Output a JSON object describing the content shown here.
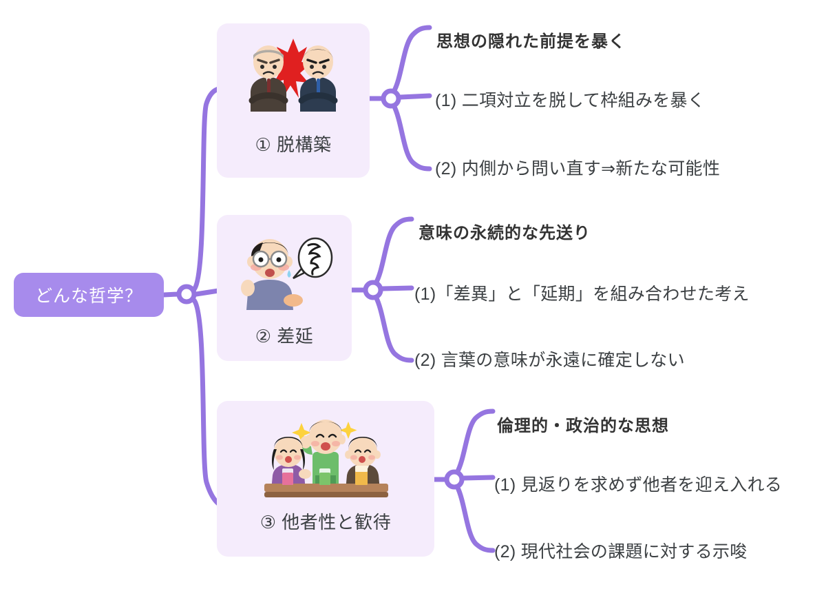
{
  "diagram": {
    "type": "mindmap",
    "background_color": "#ffffff",
    "accent_color": "#9575e0",
    "root_fill": "#a78bec",
    "card_fill": "#f5ecfc",
    "text_color": "#3c4043",
    "root": {
      "label": "どんな哲学？"
    },
    "branches": [
      {
        "card_label": "① 脱構築",
        "art_name": "two-angry-men-conflict-illustration",
        "heading": "思想の隠れた前提を暴く",
        "items": [
          "(1) 二項対立を脱して枠組みを暴く",
          "(2) 内側から問い直す⇒新たな可能性"
        ]
      },
      {
        "card_label": "② 差延",
        "art_name": "confused-man-with-scribble-speech-bubble-illustration",
        "heading": "意味の永続的な先送り",
        "items": [
          "(1)「差異」と「延期」を組み合わせた考え",
          "(2) 言葉の意味が永遠に確定しない"
        ]
      },
      {
        "card_label": "③ 他者性と歓待",
        "art_name": "three-people-welcoming-drinks-table-illustration",
        "heading": "倫理的・政治的な思想",
        "items": [
          "(1) 見返りを求めず他者を迎え入れる",
          "(2) 現代社会の課題に対する示唆"
        ]
      }
    ]
  }
}
